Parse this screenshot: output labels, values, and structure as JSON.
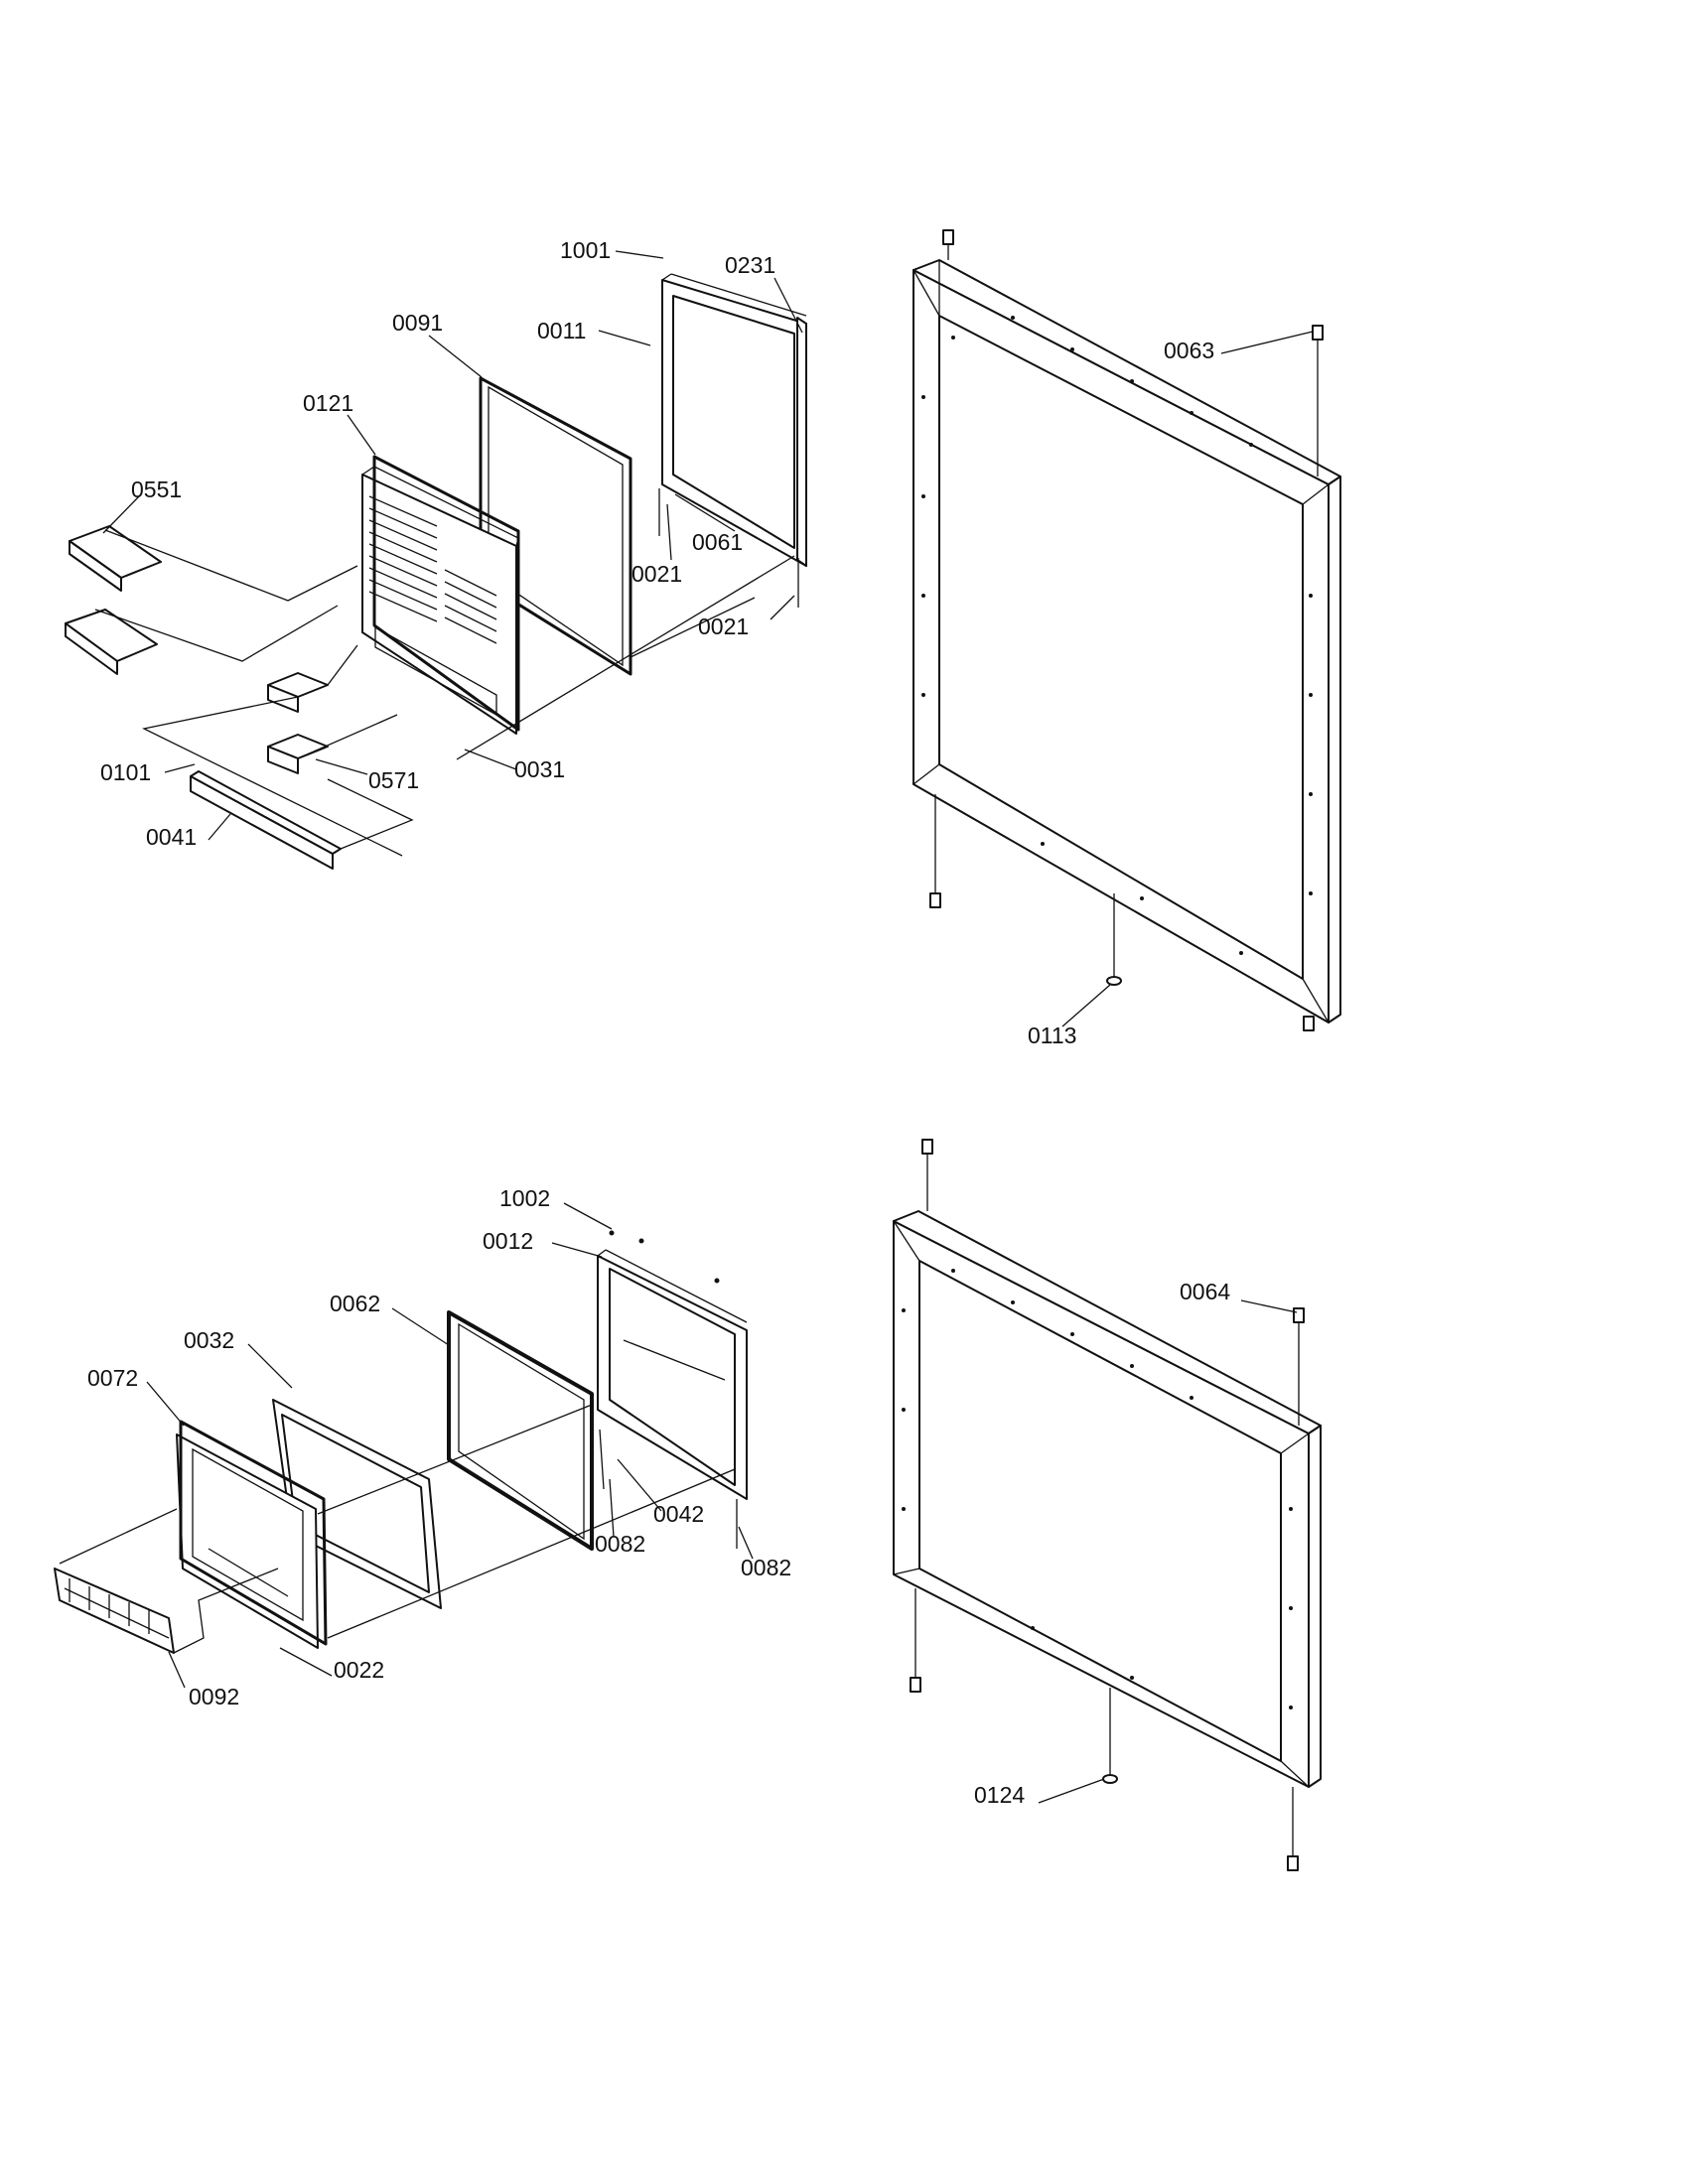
{
  "callouts": {
    "upper_door": {
      "p1001": "1001",
      "p0231": "0231",
      "p0011": "0011",
      "p0091": "0091",
      "p0121": "0121",
      "p0551": "0551",
      "p0021_inner": "0021",
      "p0061": "0061",
      "p0021_outer": "0021",
      "p0101": "0101",
      "p0031": "0031",
      "p0571": "0571",
      "p0041": "0041"
    },
    "upper_frame": {
      "p0063": "0063",
      "p0113": "0113"
    },
    "lower_door": {
      "p1002": "1002",
      "p0012": "0012",
      "p0062": "0062",
      "p0032": "0032",
      "p0072": "0072",
      "p0042": "0042",
      "p0082_inner": "0082",
      "p0082_outer": "0082",
      "p0022": "0022",
      "p0092": "0092"
    },
    "lower_frame": {
      "p0064": "0064",
      "p0124": "0124"
    }
  }
}
